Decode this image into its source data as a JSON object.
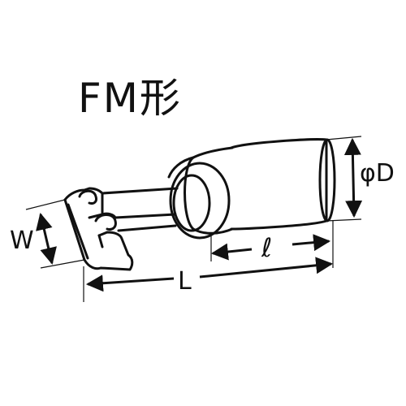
{
  "title": "FM形",
  "dimensions": {
    "width_label": "W",
    "length_label": "L",
    "sleeve_length_label": "ℓ",
    "diameter_label": "φD"
  },
  "colors": {
    "line": "#111111",
    "background": "#ffffff"
  }
}
